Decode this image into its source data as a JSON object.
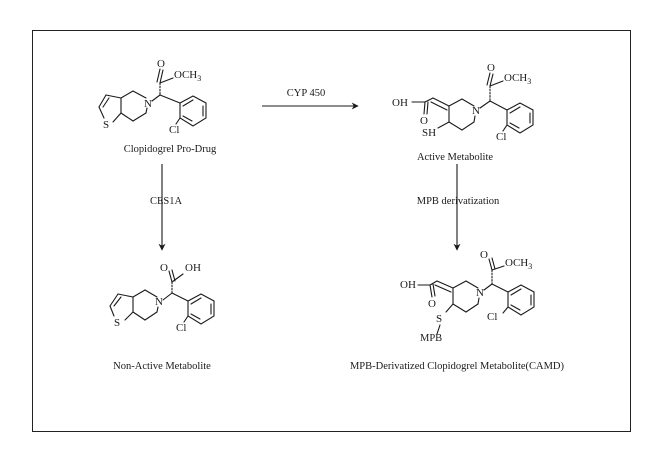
{
  "figure": {
    "compounds": {
      "prodrug": {
        "name": "Clopidogrel Pro-Drug",
        "atoms": {
          "ester_o": "O",
          "methoxy": "OCH",
          "methoxy_sub": "3",
          "nitrogen": "N",
          "sulfur": "S",
          "chloro": "Cl"
        }
      },
      "active": {
        "name": "Active Metabolite",
        "atoms": {
          "hydroxyl": "OH",
          "carbonyl_o": "O",
          "ester_o": "O",
          "methoxy": "OCH",
          "methoxy_sub": "3",
          "nitrogen": "N",
          "thiol": "SH",
          "chloro": "Cl"
        }
      },
      "nonactive": {
        "name": "Non-Active Metabolite",
        "atoms": {
          "carbonyl_o": "O",
          "hydroxyl": "OH",
          "nitrogen": "N",
          "sulfur": "S",
          "chloro": "Cl"
        }
      },
      "camd": {
        "name": "MPB-Derivatized Clopidogrel Metabolite(CAMD)",
        "atoms": {
          "hydroxyl": "OH",
          "carbonyl_o": "O",
          "ester_o": "O",
          "methoxy": "OCH",
          "methoxy_sub": "3",
          "nitrogen": "N",
          "sulfur": "S",
          "mpb": "MPB",
          "chloro": "Cl"
        }
      }
    },
    "arrows": {
      "cyp": {
        "label": "CYP 450"
      },
      "ces": {
        "label": "CES1A"
      },
      "mpb": {
        "label": "MPB derivatization"
      }
    }
  }
}
